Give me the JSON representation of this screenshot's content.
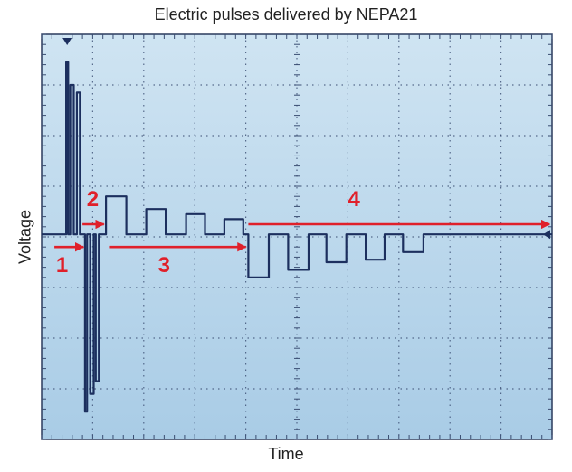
{
  "chart_data": {
    "type": "line",
    "title": "Electric pulses delivered by NEPA21",
    "xlabel": "Time",
    "ylabel": "Voltage",
    "xlim": [
      0,
      10
    ],
    "ylim": [
      -4,
      4
    ],
    "grid": true,
    "x_divisions": 10,
    "y_divisions": 8,
    "series": [
      {
        "values_xy": [
          [
            0.0,
            0.05
          ],
          [
            0.48,
            0.05
          ],
          [
            0.48,
            3.45
          ],
          [
            0.52,
            3.45
          ],
          [
            0.52,
            0.05
          ],
          [
            0.56,
            0.05
          ],
          [
            0.56,
            3.0
          ],
          [
            0.63,
            3.0
          ],
          [
            0.63,
            0.05
          ],
          [
            0.69,
            0.05
          ],
          [
            0.69,
            2.85
          ],
          [
            0.75,
            2.85
          ],
          [
            0.75,
            0.05
          ],
          [
            0.85,
            0.05
          ],
          [
            0.85,
            -3.45
          ],
          [
            0.89,
            -3.45
          ],
          [
            0.89,
            0.05
          ],
          [
            0.95,
            0.05
          ],
          [
            0.95,
            -3.1
          ],
          [
            1.02,
            -3.1
          ],
          [
            1.02,
            0.05
          ],
          [
            1.06,
            0.05
          ],
          [
            1.06,
            -2.85
          ],
          [
            1.12,
            -2.85
          ],
          [
            1.12,
            0.05
          ],
          [
            1.26,
            0.05
          ],
          [
            1.26,
            0.8
          ],
          [
            1.66,
            0.8
          ],
          [
            1.66,
            0.05
          ],
          [
            2.05,
            0.05
          ],
          [
            2.05,
            0.55
          ],
          [
            2.43,
            0.55
          ],
          [
            2.43,
            0.05
          ],
          [
            2.83,
            0.05
          ],
          [
            2.83,
            0.45
          ],
          [
            3.2,
            0.45
          ],
          [
            3.2,
            0.05
          ],
          [
            3.58,
            0.05
          ],
          [
            3.58,
            0.35
          ],
          [
            3.95,
            0.35
          ],
          [
            3.95,
            0.05
          ],
          [
            4.05,
            0.05
          ],
          [
            4.05,
            -0.8
          ],
          [
            4.45,
            -0.8
          ],
          [
            4.45,
            0.05
          ],
          [
            4.83,
            0.05
          ],
          [
            4.83,
            -0.65
          ],
          [
            5.23,
            -0.65
          ],
          [
            5.23,
            0.05
          ],
          [
            5.58,
            0.05
          ],
          [
            5.58,
            -0.5
          ],
          [
            5.97,
            -0.5
          ],
          [
            5.97,
            0.05
          ],
          [
            6.35,
            0.05
          ],
          [
            6.35,
            -0.45
          ],
          [
            6.72,
            -0.45
          ],
          [
            6.72,
            0.05
          ],
          [
            7.08,
            0.05
          ],
          [
            7.08,
            -0.3
          ],
          [
            7.48,
            -0.3
          ],
          [
            7.48,
            0.05
          ],
          [
            10.0,
            0.05
          ]
        ]
      }
    ],
    "annotations": [
      {
        "label": "1",
        "color": "#e0202a",
        "arrow_from": [
          0.25,
          -0.2
        ],
        "arrow_to": [
          0.82,
          -0.2
        ],
        "label_at": [
          0.4,
          -0.55
        ]
      },
      {
        "label": "2",
        "color": "#e0202a",
        "arrow_from": [
          0.8,
          0.25
        ],
        "arrow_to": [
          1.22,
          0.25
        ],
        "label_at": [
          1.0,
          0.75
        ]
      },
      {
        "label": "3",
        "color": "#e0202a",
        "arrow_from": [
          1.32,
          -0.2
        ],
        "arrow_to": [
          4.0,
          -0.2
        ],
        "label_at": [
          2.4,
          -0.55
        ]
      },
      {
        "label": "4",
        "color": "#e0202a",
        "arrow_from": [
          4.05,
          0.25
        ],
        "arrow_to": [
          9.95,
          0.25
        ],
        "label_at": [
          6.12,
          0.75
        ]
      }
    ],
    "colors": {
      "screen_top": "#cfe4f2",
      "screen_bottom": "#a9cce6",
      "trace": "#1c2f5e",
      "grid": "#3a4d72",
      "annotation": "#e0202a"
    }
  }
}
